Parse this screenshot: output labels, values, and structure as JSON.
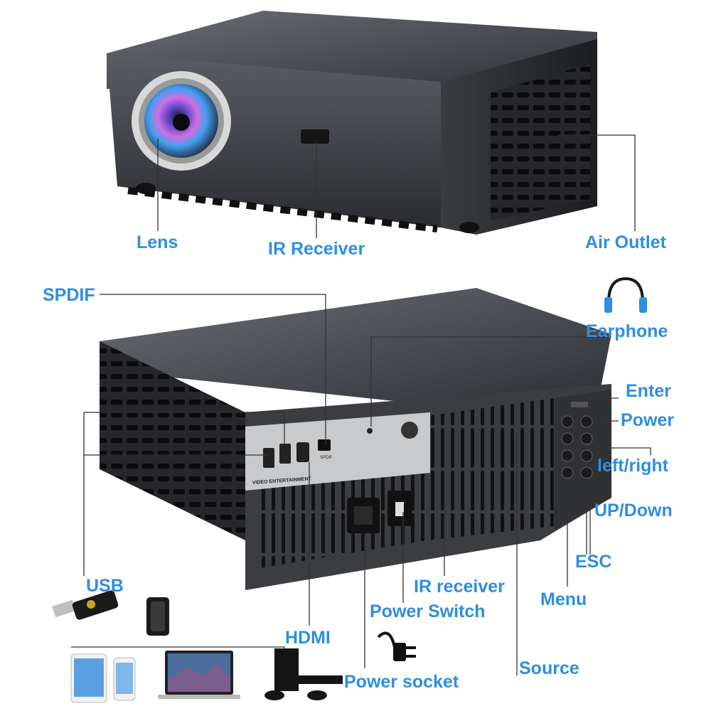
{
  "labels": {
    "lens": "Lens",
    "ir_receiver_front": "IR Receiver",
    "air_outlet": "Air Outlet",
    "spdif": "SPDIF",
    "earphone": "Earphone",
    "enter": "Enter",
    "power": "Power",
    "left_right": "left/right",
    "up_down": "UP/Down",
    "esc": "ESC",
    "usb": "USB",
    "ir_receiver_rear": "IR receiver",
    "power_switch": "Power Switch",
    "menu": "Menu",
    "hdmi": "HDMI",
    "source": "Source",
    "power_socket": "Power socket"
  },
  "panel_text": {
    "video_entertainment": "VIDEO ENTERTAINMENT",
    "spdif_port": "SPDIF"
  },
  "colors": {
    "label": "#2f8ee0",
    "leader_line": "#333333",
    "projector_body": "#4a4c50"
  }
}
